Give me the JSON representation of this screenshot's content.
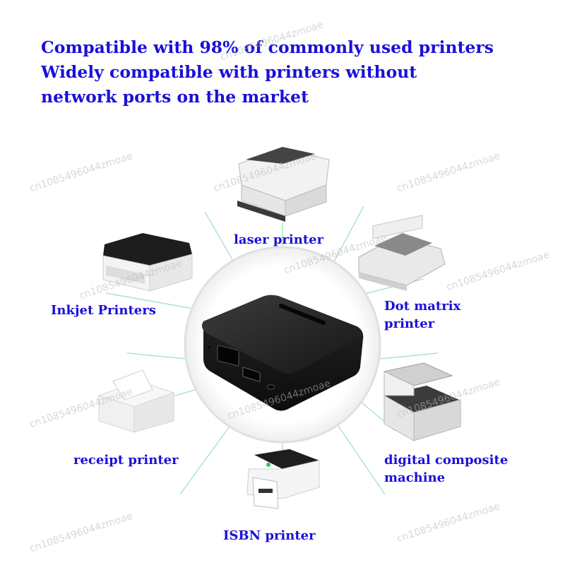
{
  "headline": {
    "line1": "Compatible with 98% of commonly used printers",
    "line2": "Widely compatible with printers without",
    "line3": "network ports on the market"
  },
  "printers": {
    "laser": "laser printer",
    "inkjet": "Inkjet Printers",
    "dot_matrix_line1": "Dot matrix",
    "dot_matrix_line2": "printer",
    "receipt": "receipt printer",
    "digital_line1": "digital composite",
    "digital_line2": "machine",
    "isbn": "ISBN printer"
  },
  "watermark": "cn1085496044zmoae",
  "colors": {
    "text": "#1a10d8",
    "spoke": "#a8e6c0",
    "device": "#1e1e1e"
  }
}
